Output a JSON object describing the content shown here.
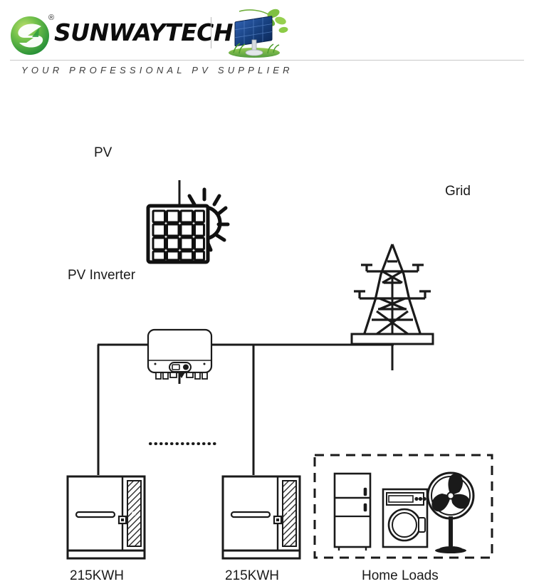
{
  "header": {
    "logo_icon": "sunwaytech-leaf-circle-logo",
    "registered_mark": "®",
    "wordmark": "SUNWAYTECH",
    "tagline": "YOUR PROFESSIONAL PV SUPPLIER",
    "photo_icon": "solar-panel-photo",
    "brand_green": "#3faa35",
    "brand_dark": "#0d0d0d"
  },
  "diagram": {
    "title": "PV energy storage system one-line diagram",
    "line_color": "#1a1a1a",
    "nodes": [
      {
        "id": "pv",
        "label": "PV",
        "icon": "solar-panel-sun-icon"
      },
      {
        "id": "inverter",
        "label": "PV Inverter",
        "icon": "inverter-icon"
      },
      {
        "id": "grid",
        "label": "Grid",
        "icon": "transmission-tower-icon"
      },
      {
        "id": "battery1",
        "label": "215KWH",
        "icon": "battery-cabinet-icon"
      },
      {
        "id": "battery2",
        "label": "215KWH",
        "icon": "battery-cabinet-icon"
      },
      {
        "id": "homeloads",
        "label": "Home Loads",
        "icon": "home-appliances-group-icon"
      }
    ],
    "appliances": [
      {
        "id": "refrigerator",
        "icon": "refrigerator-icon"
      },
      {
        "id": "washingmachine",
        "icon": "washing-machine-icon"
      },
      {
        "id": "pedestalfan",
        "icon": "pedestal-fan-icon"
      }
    ],
    "connections": [
      {
        "from": "pv",
        "to": "inverter",
        "style": "solid"
      },
      {
        "from": "inverter",
        "to": "bus",
        "style": "solid"
      },
      {
        "from": "bus",
        "to": "battery1",
        "style": "solid"
      },
      {
        "from": "bus",
        "to": "battery2",
        "style": "solid"
      },
      {
        "from": "grid",
        "to": "homeloads",
        "style": "solid"
      },
      {
        "from": "battery1",
        "to": "battery2",
        "style": "dotted"
      }
    ]
  }
}
